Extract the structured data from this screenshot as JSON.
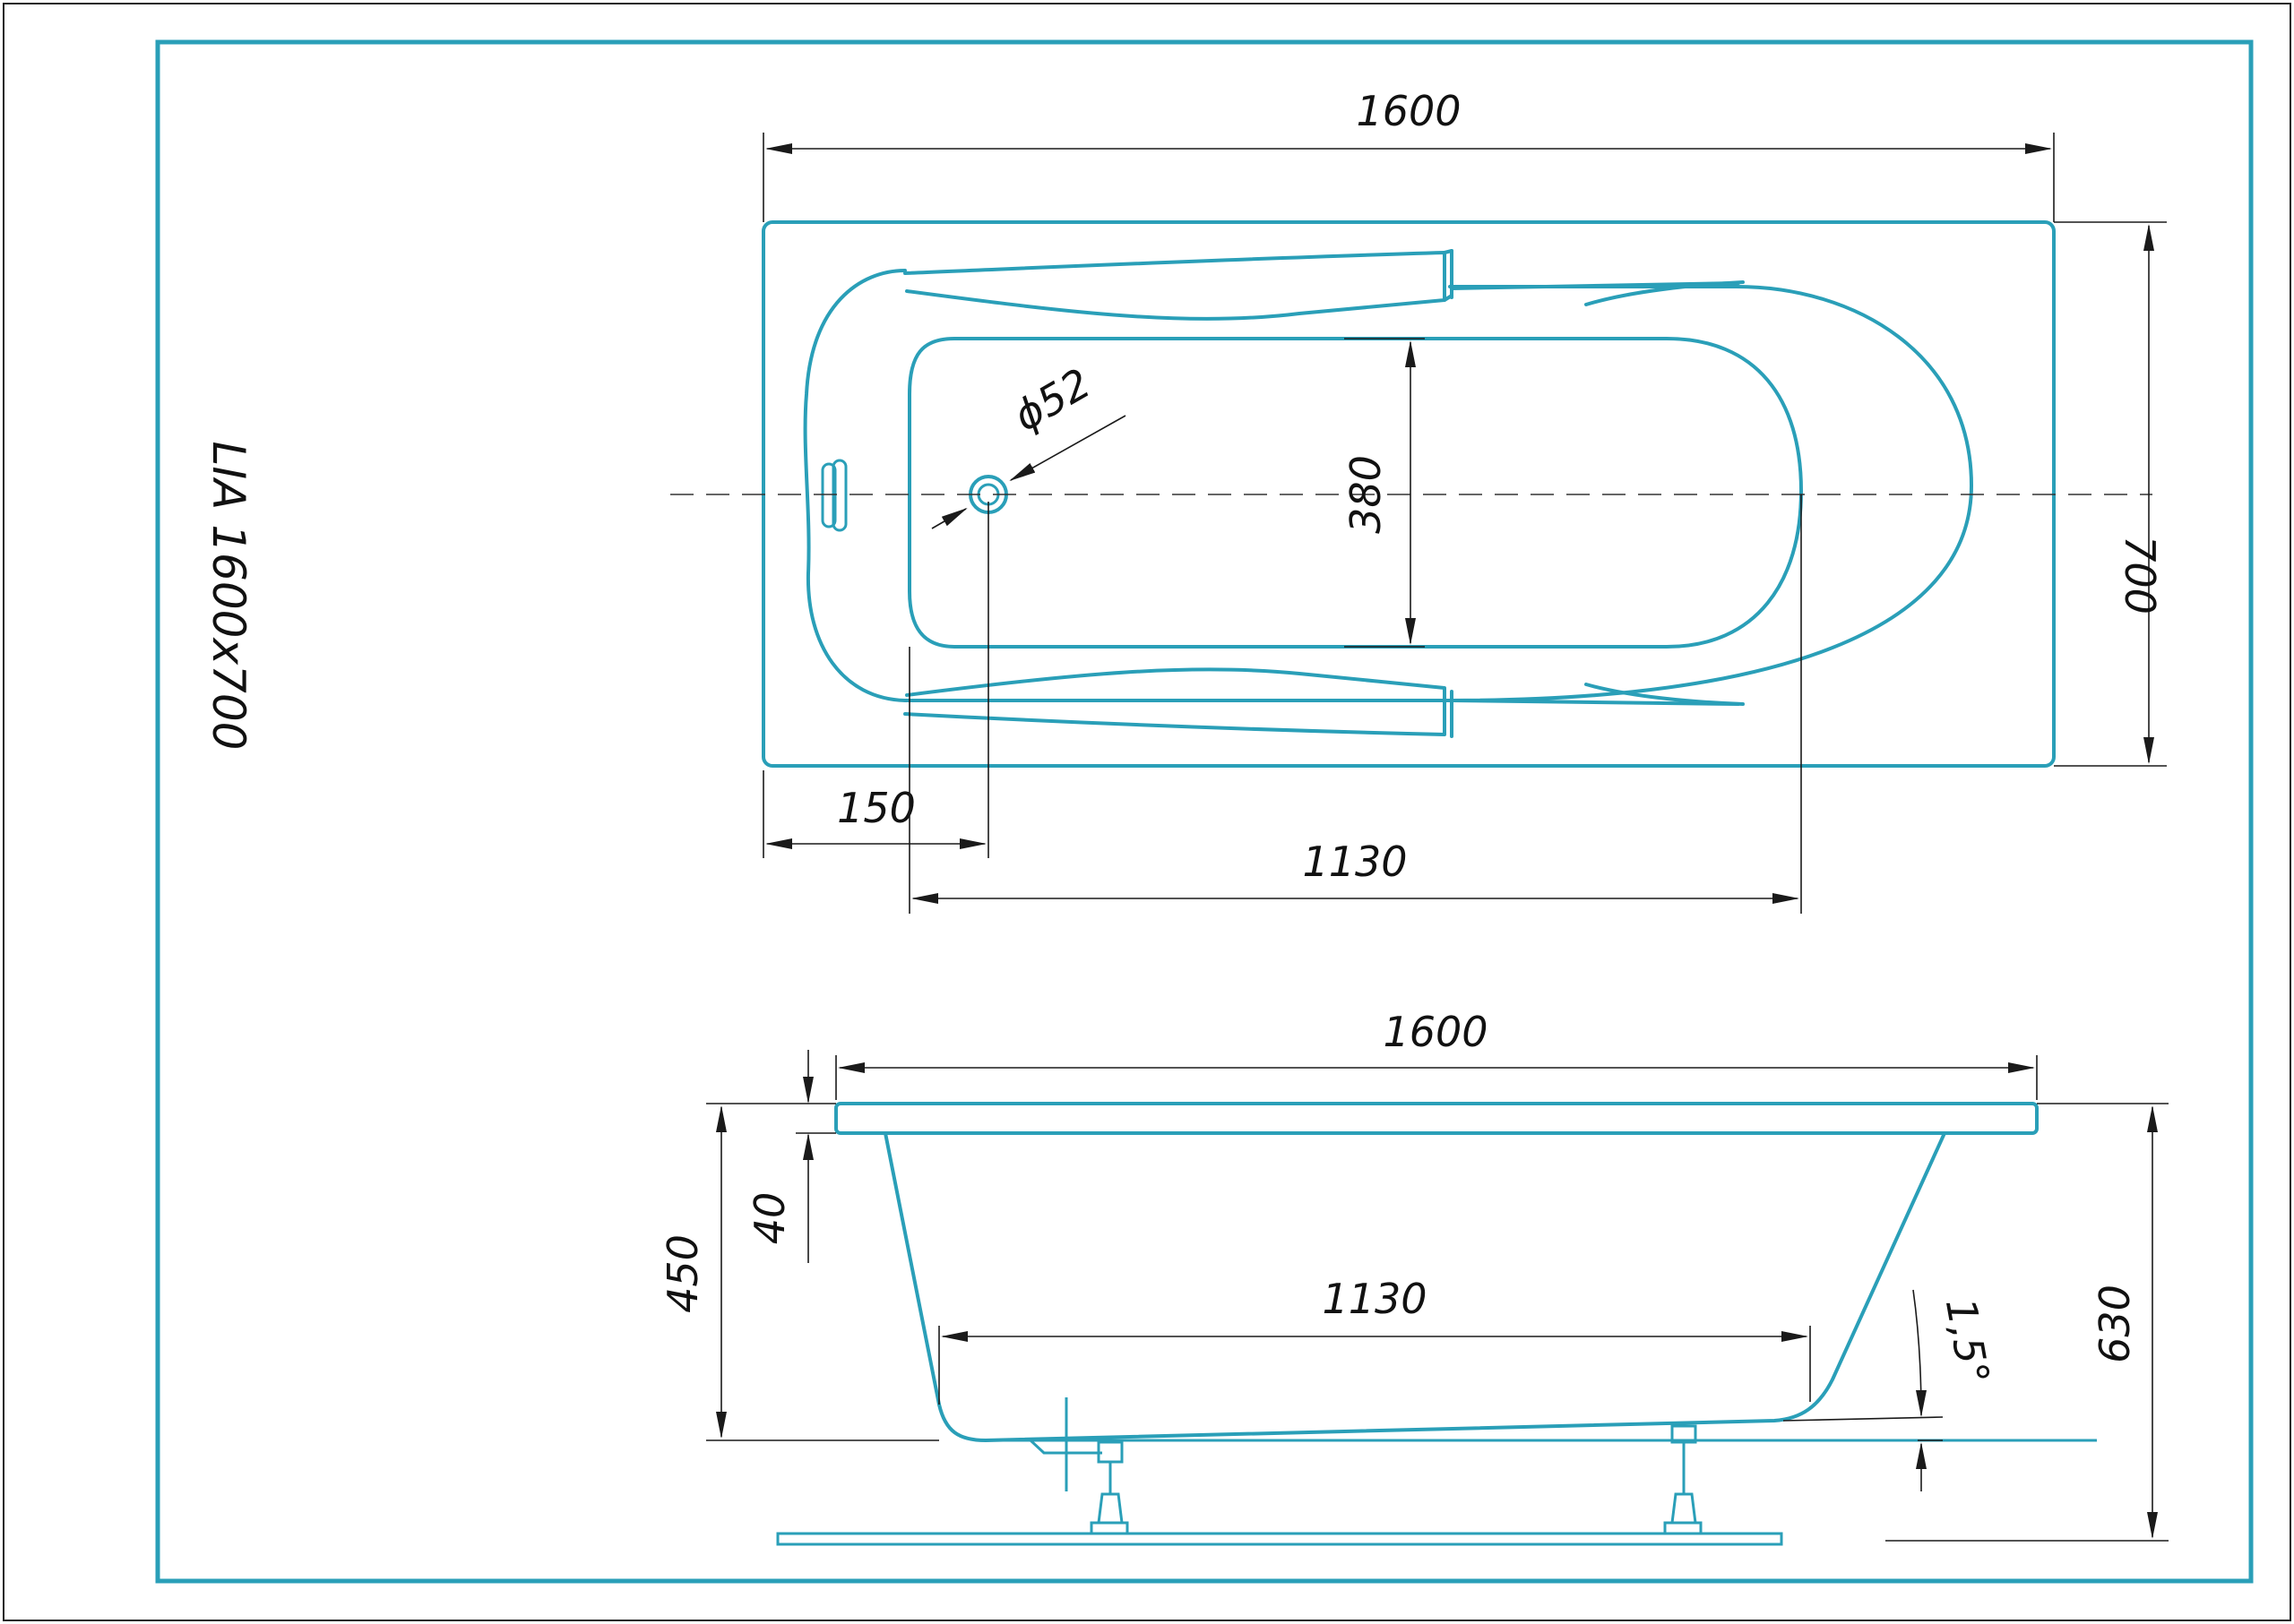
{
  "drawing": {
    "model": "LIA 1600x700",
    "colors": {
      "frame": "#2a9fb8",
      "dimension": "#1a1a1a",
      "background": "#ffffff"
    },
    "top_view": {
      "length": "1600",
      "width": "700",
      "inner_width": "380",
      "drain_diameter": "ϕ52",
      "drain_offset": "150",
      "inner_length": "1130"
    },
    "side_view": {
      "length": "1600",
      "rim_thickness": "40",
      "depth": "450",
      "total_height": "630",
      "bottom_length": "1130",
      "slope": "1,5°"
    }
  }
}
